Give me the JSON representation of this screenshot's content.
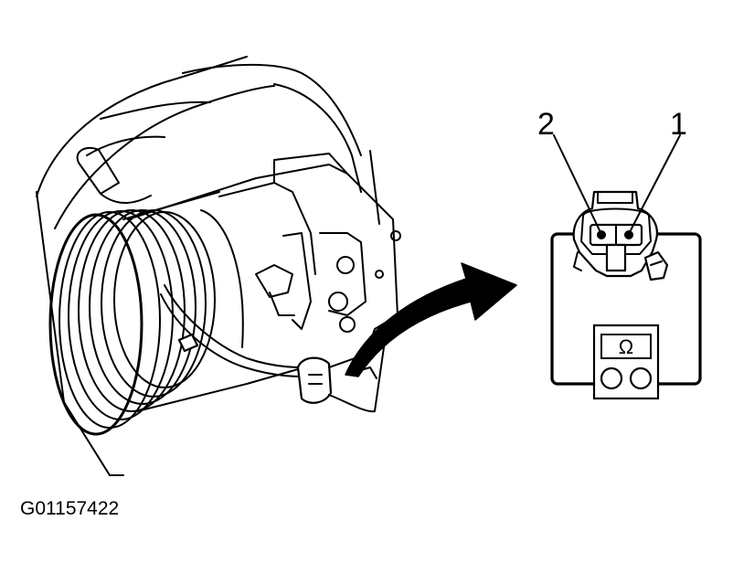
{
  "figure": {
    "pin_labels": [
      "2",
      "1"
    ],
    "meter_symbol": "Ω",
    "figure_id": "G01157422"
  },
  "colors": {
    "ink": "#000000",
    "background": "#ffffff"
  }
}
